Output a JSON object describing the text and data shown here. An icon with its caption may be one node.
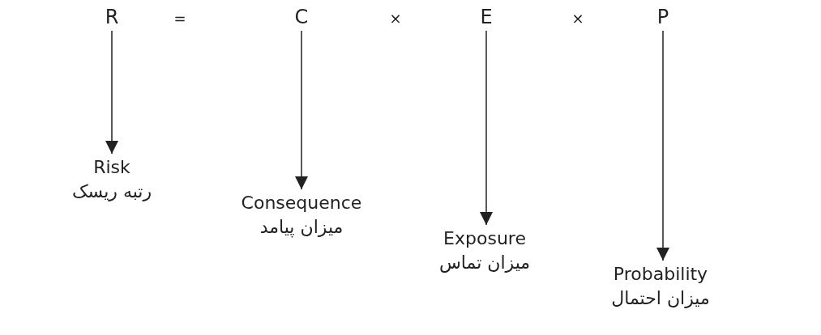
{
  "diagram": {
    "nodes": [
      {
        "text": [
          "R"
        ]
      },
      {
        "text": [
          "C"
        ]
      },
      {
        "text": [
          "E"
        ]
      },
      {
        "text": [
          "P"
        ]
      },
      {
        "text": [
          "Risk",
          "رتبه ریسک"
        ]
      },
      {
        "text": [
          "Consequence",
          "میزان پیامد"
        ]
      },
      {
        "text": [
          "Exposure",
          "میزان تماس"
        ]
      },
      {
        "text": [
          "Probability",
          "میزان احتمال"
        ]
      }
    ],
    "edges": [
      {
        "from": 0,
        "to": 4,
        "arrow": "to"
      },
      {
        "from": 1,
        "to": 5,
        "arrow": "to"
      },
      {
        "from": 2,
        "to": 6,
        "arrow": "to"
      },
      {
        "from": 3,
        "to": 7,
        "arrow": "to"
      }
    ],
    "labels": [
      "=",
      "×",
      "×"
    ]
  }
}
